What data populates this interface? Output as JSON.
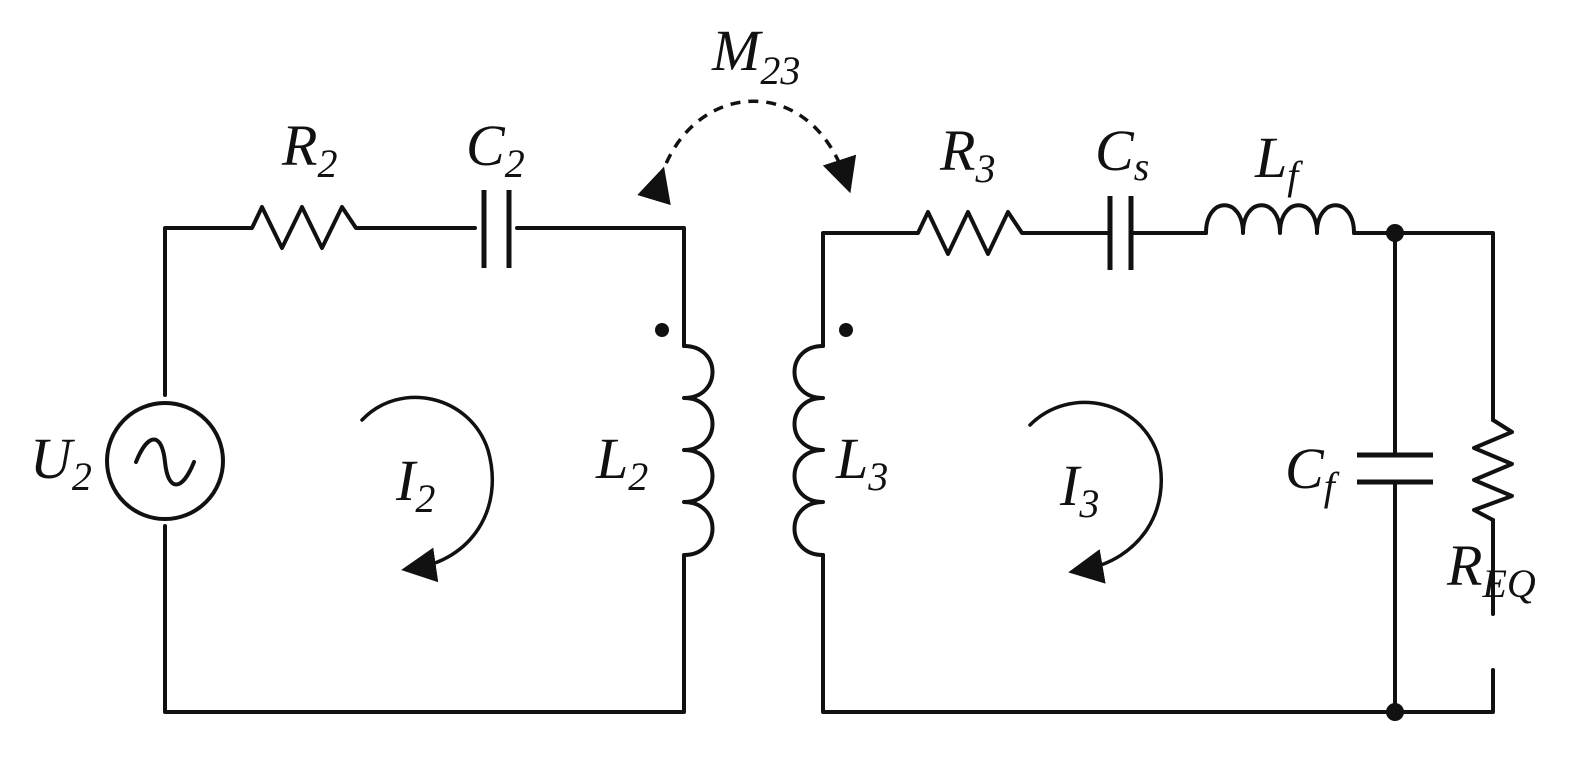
{
  "labels": {
    "m23": "M",
    "m23_sub": "23",
    "r2": "R",
    "r2_sub": "2",
    "c2": "C",
    "c2_sub": "2",
    "u2": "U",
    "u2_sub": "2",
    "i2": "I",
    "i2_sub": "2",
    "l2": "L",
    "l2_sub": "2",
    "l3": "L",
    "l3_sub": "3",
    "i3": "I",
    "i3_sub": "3",
    "r3": "R",
    "r3_sub": "3",
    "cs": "C",
    "cs_sub": "s",
    "lf": "L",
    "lf_sub": "f",
    "cf": "C",
    "cf_sub": "f",
    "req": "R",
    "req_sub": "EQ"
  }
}
